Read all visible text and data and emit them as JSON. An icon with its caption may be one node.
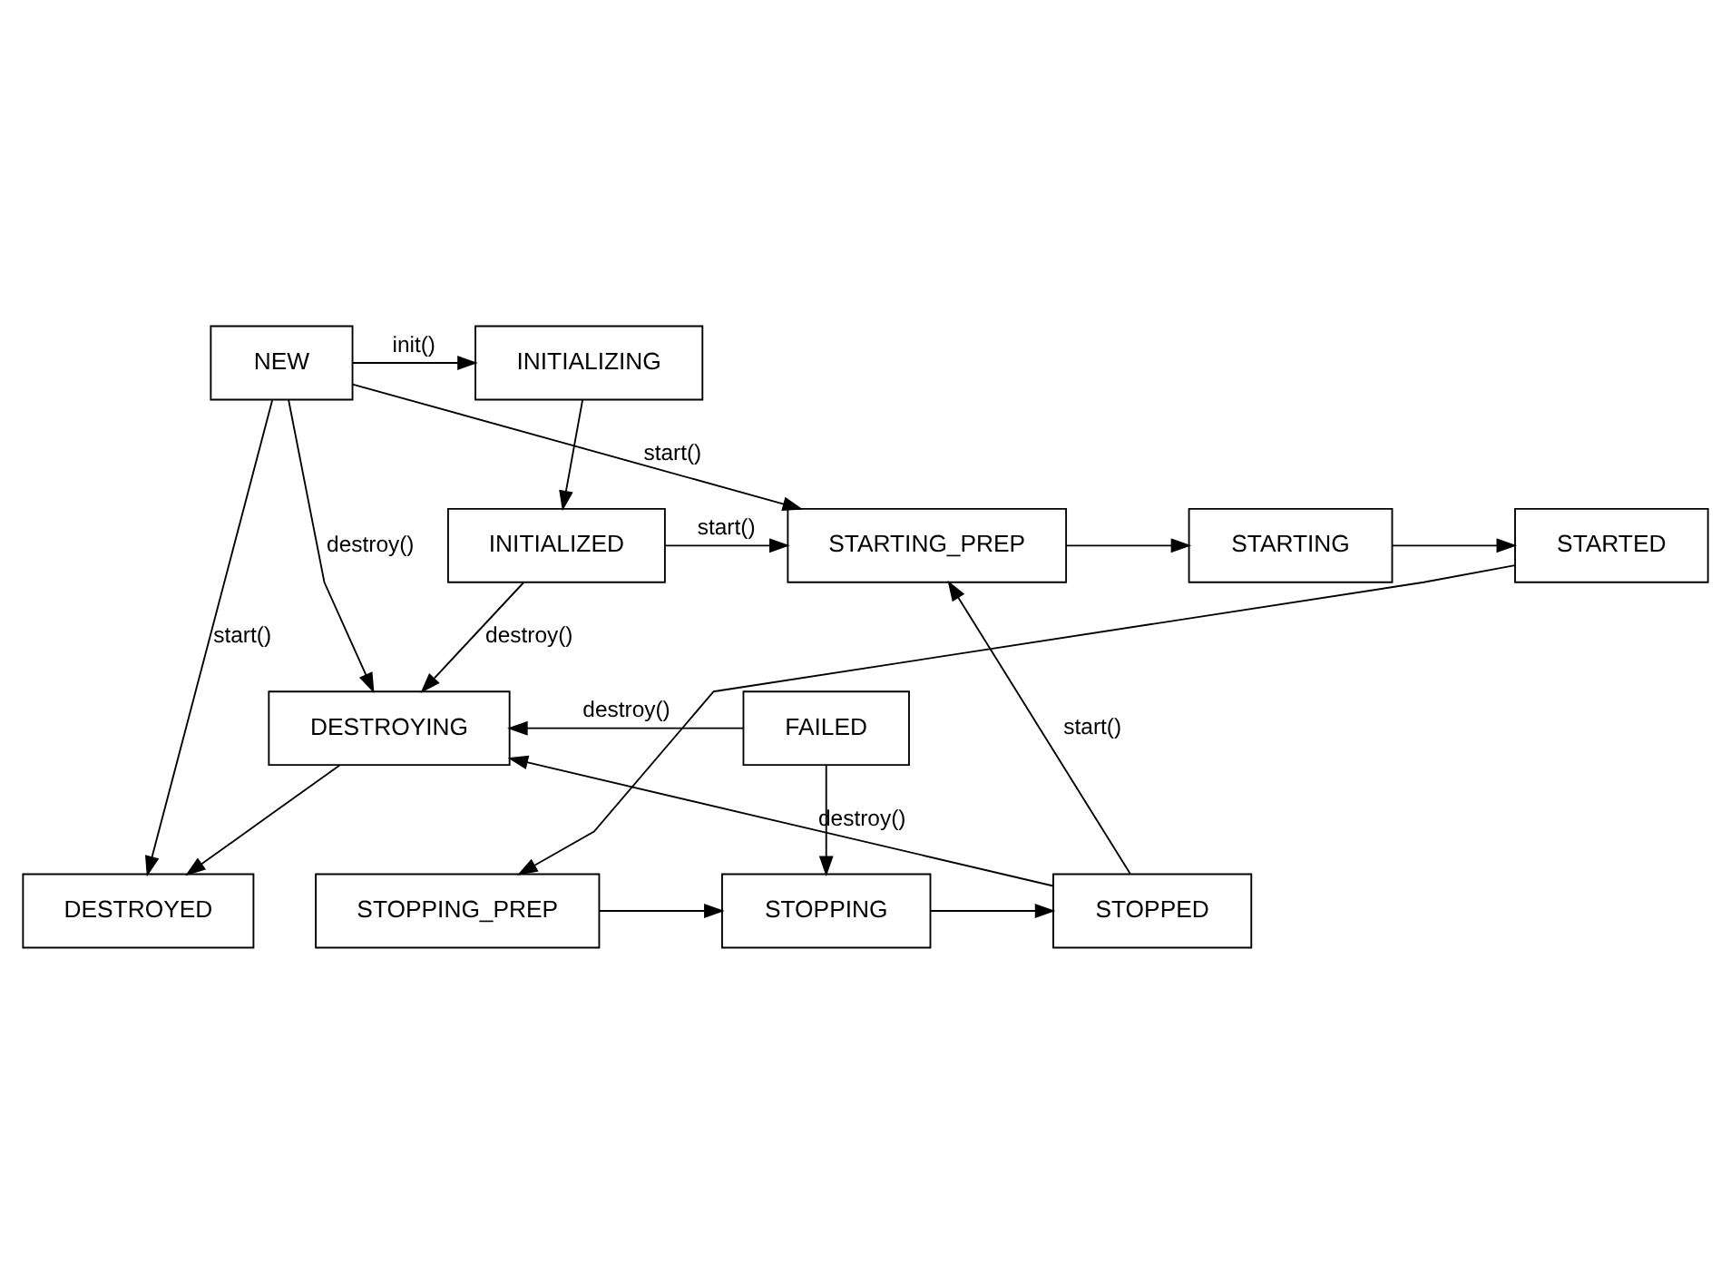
{
  "diagram": {
    "nodes": [
      {
        "text": [
          "NEW"
        ]
      },
      {
        "text": [
          "INITIALIZING"
        ]
      },
      {
        "text": [
          "INITIALIZED"
        ]
      },
      {
        "text": [
          "STARTING_PREP"
        ]
      },
      {
        "text": [
          "STARTING"
        ]
      },
      {
        "text": [
          "STARTED"
        ]
      },
      {
        "text": [
          "STOPPING_PREP"
        ]
      },
      {
        "text": [
          "STOPPING"
        ]
      },
      {
        "text": [
          "STOPPED"
        ]
      },
      {
        "text": [
          "FAILED"
        ]
      },
      {
        "text": [
          "DESTROYING"
        ]
      },
      {
        "text": [
          "DESTROYED"
        ]
      }
    ],
    "edges": [
      {
        "from": 0,
        "to": 3,
        "arrow": "to",
        "label": "start()"
      },
      {
        "from": 0,
        "to": 1,
        "arrow": "to",
        "label": "init()"
      },
      {
        "from": 1,
        "to": 2,
        "arrow": "to"
      },
      {
        "from": 2,
        "to": 3,
        "arrow": "to",
        "label": "start()"
      },
      {
        "from": 0,
        "to": 10,
        "arrow": "to",
        "label": "destroy()"
      },
      {
        "from": 2,
        "to": 10,
        "arrow": "to",
        "label": "destroy()"
      },
      {
        "from": 3,
        "to": 4,
        "arrow": "to"
      },
      {
        "from": 4,
        "to": 5,
        "arrow": "to"
      },
      {
        "from": 5,
        "to": 6,
        "arrow": "to"
      },
      {
        "from": 6,
        "to": 7,
        "arrow": "to"
      },
      {
        "from": 7,
        "to": 8,
        "arrow": "to"
      },
      {
        "from": 8,
        "to": 3,
        "arrow": "to",
        "label": "start()"
      },
      {
        "from": 9,
        "to": 7,
        "arrow": "to"
      },
      {
        "from": 9,
        "to": 10,
        "arrow": "to",
        "label": "destroy()"
      },
      {
        "from": 8,
        "to": 10,
        "arrow": "to",
        "label": "destroy()"
      },
      {
        "from": 10,
        "to": 11,
        "arrow": "to"
      },
      {
        "from": 0,
        "to": 11,
        "arrow": "to",
        "label": "start()"
      }
    ]
  }
}
